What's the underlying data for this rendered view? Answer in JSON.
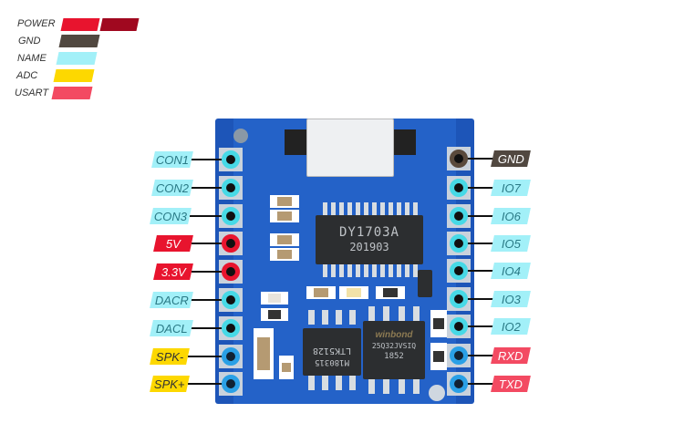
{
  "legend": {
    "items": [
      {
        "label": "POWER",
        "colors": [
          "#e8142e",
          "#a0081f"
        ]
      },
      {
        "label": "GND",
        "colors": [
          "#514840"
        ]
      },
      {
        "label": "NAME",
        "colors": [
          "#a2f0f8"
        ]
      },
      {
        "label": "ADC",
        "colors": [
          "#fdd800"
        ]
      },
      {
        "label": "USART",
        "colors": [
          "#f34a62"
        ]
      }
    ]
  },
  "board": {
    "main_chip": {
      "line1": "DY1703A",
      "line2": "201903"
    },
    "amp_chip": {
      "line1": "M180315",
      "line2": "LTK5128"
    },
    "flash_chip": {
      "brand": "winbond",
      "line1": "25Q32JVSIQ",
      "line2": "1852"
    }
  },
  "left_pins": [
    {
      "label": "CON1",
      "type": "NAME"
    },
    {
      "label": "CON2",
      "type": "NAME"
    },
    {
      "label": "CON3",
      "type": "NAME"
    },
    {
      "label": "5V",
      "type": "POWER"
    },
    {
      "label": "3.3V",
      "type": "POWER"
    },
    {
      "label": "DACR",
      "type": "NAME"
    },
    {
      "label": "DACL",
      "type": "NAME"
    },
    {
      "label": "SPK-",
      "type": "ADC"
    },
    {
      "label": "SPK+",
      "type": "ADC"
    }
  ],
  "right_pins": [
    {
      "label": "GND",
      "type": "GND"
    },
    {
      "label": "IO7",
      "type": "NAME"
    },
    {
      "label": "IO6",
      "type": "NAME"
    },
    {
      "label": "IO5",
      "type": "NAME"
    },
    {
      "label": "IO4",
      "type": "NAME"
    },
    {
      "label": "IO3",
      "type": "NAME"
    },
    {
      "label": "IO2",
      "type": "NAME"
    },
    {
      "label": "RXD",
      "type": "USART"
    },
    {
      "label": "TXD",
      "type": "USART"
    }
  ]
}
